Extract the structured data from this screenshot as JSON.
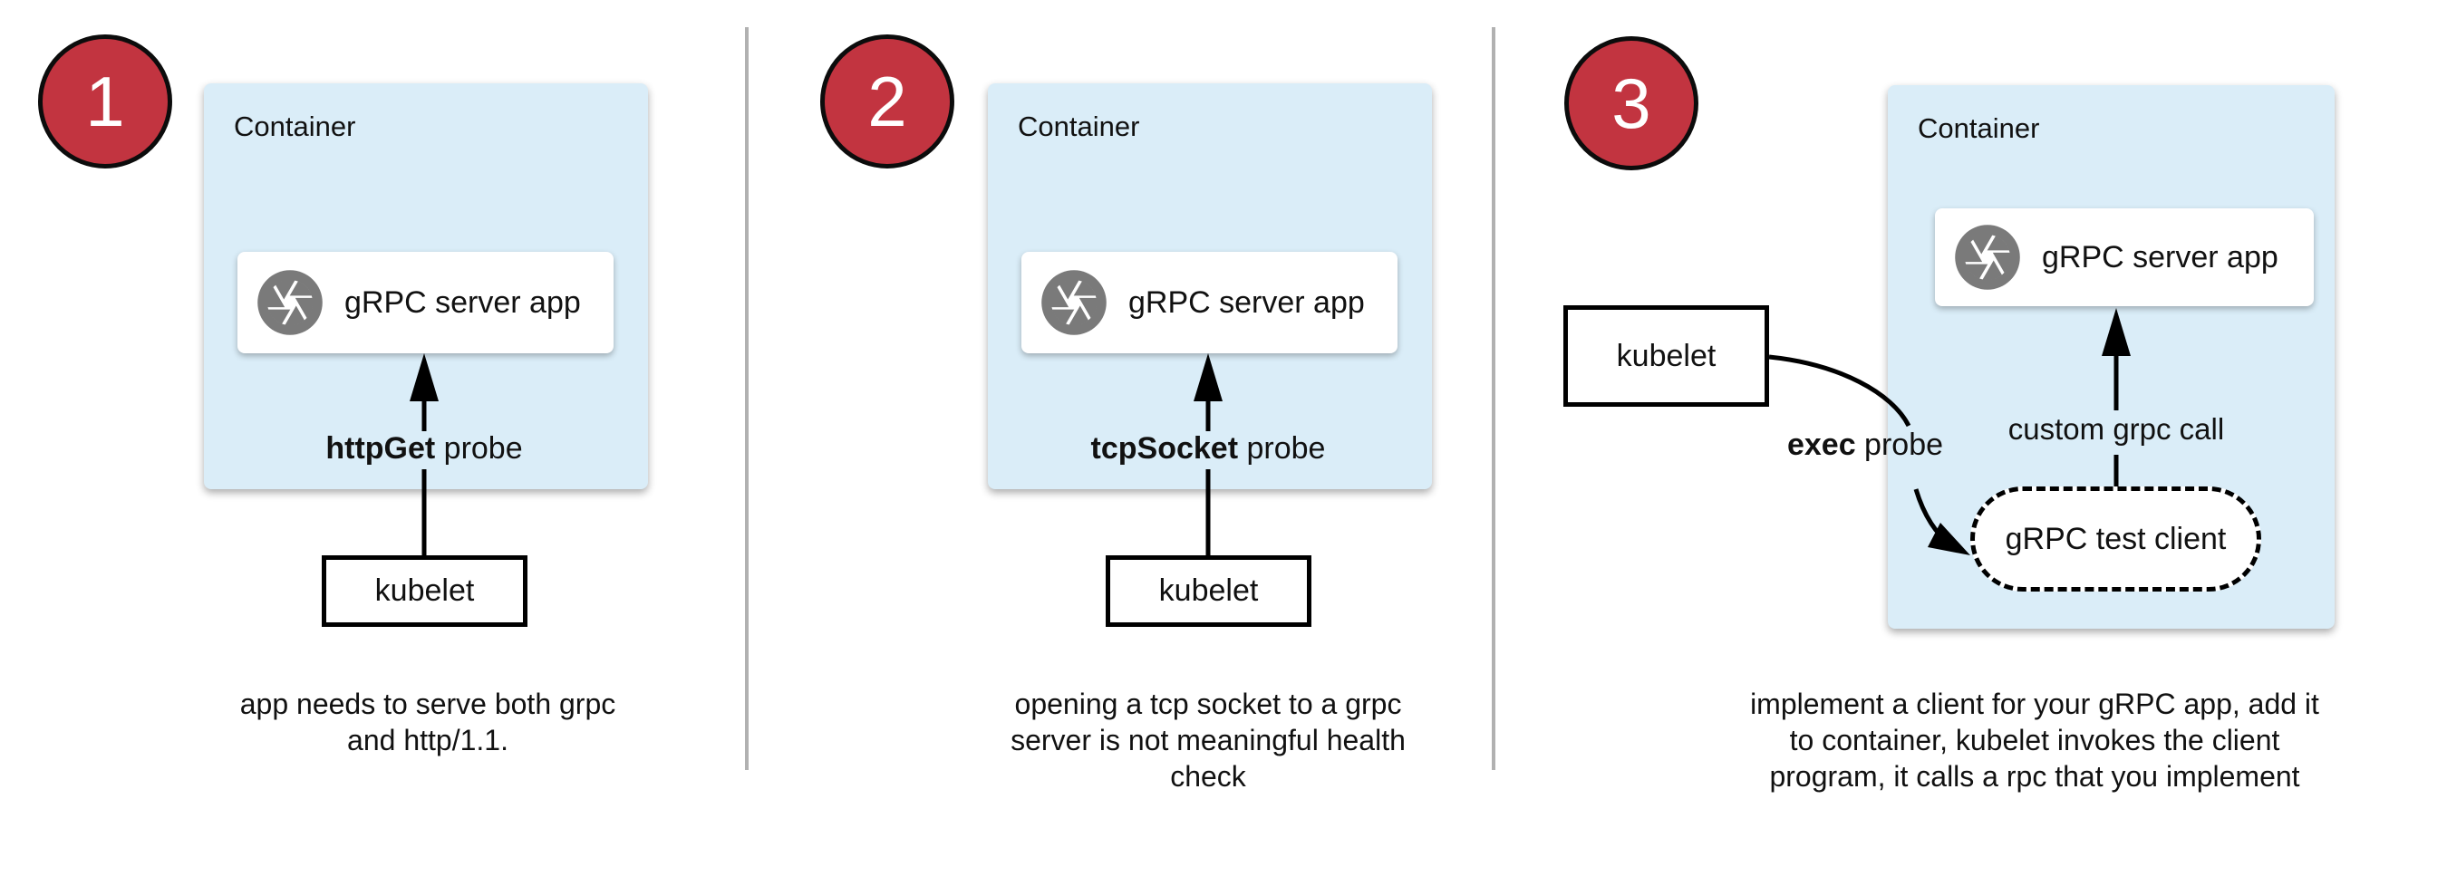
{
  "colors": {
    "badge_red": "#c23440",
    "container_blue": "#daedf8",
    "divider_gray": "#b1b1b1",
    "icon_gray": "#7a7a7a"
  },
  "panels": [
    {
      "badge": "1",
      "container_label": "Container",
      "app_label": "gRPC server app",
      "probe_label_bold": "httpGet",
      "probe_label_rest": " probe",
      "kubelet_label": "kubelet",
      "caption": "app needs to serve both grpc\nand http/1.1."
    },
    {
      "badge": "2",
      "container_label": "Container",
      "app_label": "gRPC server app",
      "probe_label_bold": "tcpSocket",
      "probe_label_rest": " probe",
      "kubelet_label": "kubelet",
      "caption": "opening a tcp socket to a grpc\nserver is not meaningful health\ncheck"
    },
    {
      "badge": "3",
      "container_label": "Container",
      "app_label": "gRPC server app",
      "probe_label_bold": "exec",
      "probe_label_rest": " probe",
      "kubelet_label": "kubelet",
      "grpc_call_label": "custom grpc call",
      "test_client_label": "gRPC test client",
      "caption": "implement a client for your gRPC app, add it\nto container, kubelet invokes the client\nprogram, it calls a rpc that you implement"
    }
  ]
}
